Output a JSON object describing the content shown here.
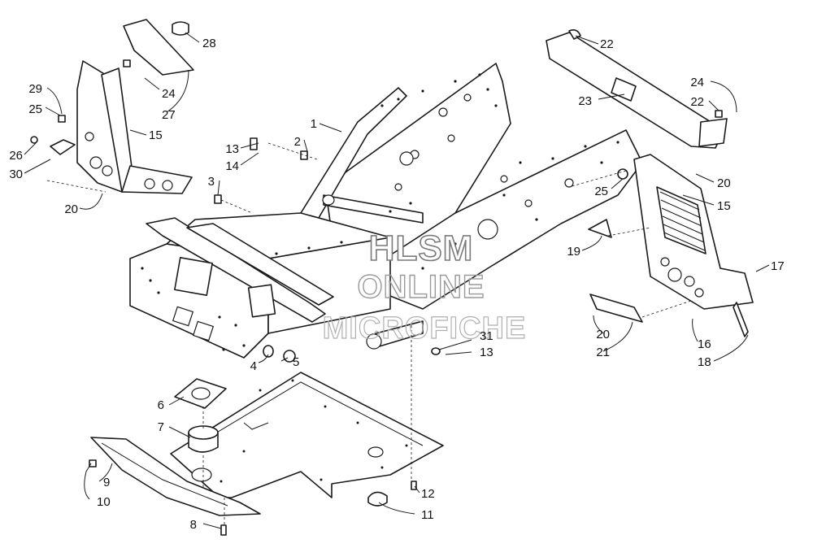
{
  "watermark": {
    "line1": "HLSM",
    "line2": "ONLINE",
    "line3": "MICROFICHE"
  },
  "callouts": {
    "c1": "1",
    "c2": "2",
    "c3": "3",
    "c4": "4",
    "c5": "5",
    "c6": "6",
    "c7": "7",
    "c8": "8",
    "c9": "9",
    "c10": "10",
    "c11": "11",
    "c12": "12",
    "c13a": "13",
    "c13b": "13",
    "c14": "14",
    "c15a": "15",
    "c15b": "15",
    "c16": "16",
    "c17": "17",
    "c18": "18",
    "c19": "19",
    "c20a": "20",
    "c20b": "20",
    "c20c": "20",
    "c21": "21",
    "c22a": "22",
    "c22b": "22",
    "c23": "23",
    "c24a": "24",
    "c24b": "24",
    "c25a": "25",
    "c25b": "25",
    "c26": "26",
    "c27": "27",
    "c28": "28",
    "c29": "29",
    "c30": "30",
    "c31": "31"
  }
}
